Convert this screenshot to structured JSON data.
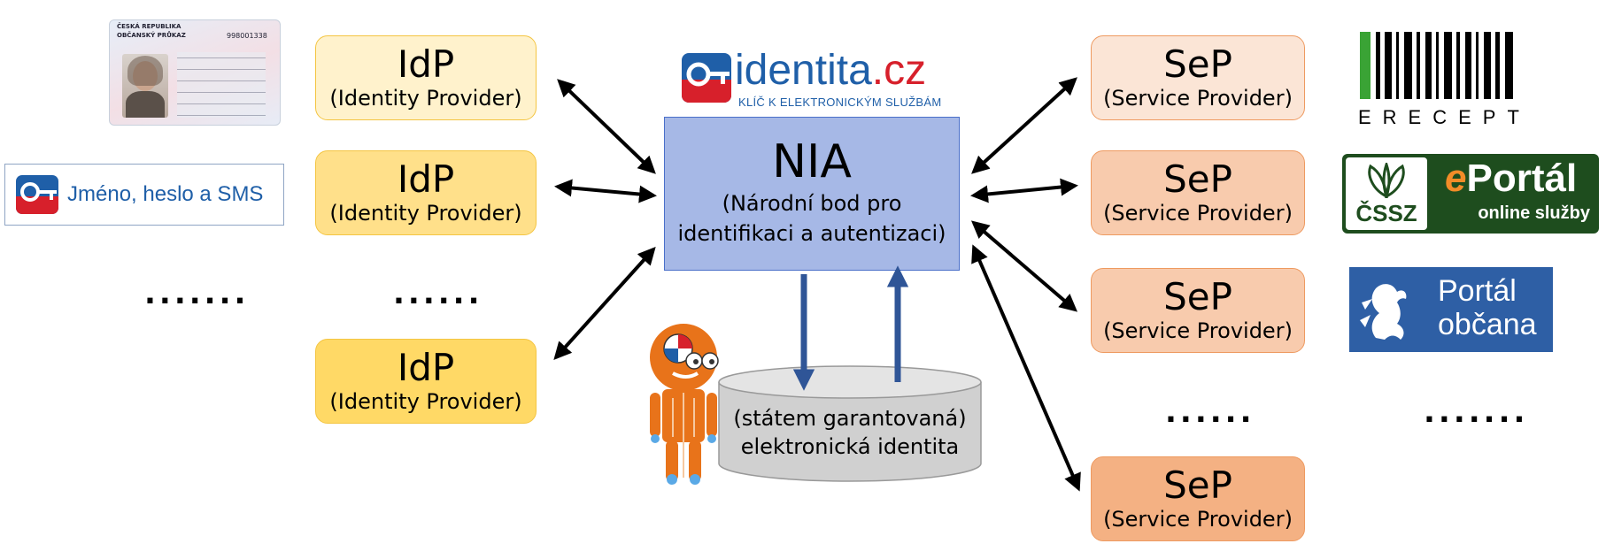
{
  "idp": {
    "items": [
      {
        "title": "IdP",
        "subtitle": "(Identity Provider)",
        "color": "#fff2cc"
      },
      {
        "title": "IdP",
        "subtitle": "(Identity Provider)",
        "color": "#ffe08a"
      },
      {
        "title": "IdP",
        "subtitle": "(Identity Provider)",
        "color": "#ffd966"
      }
    ],
    "dots": "......"
  },
  "sep": {
    "items": [
      {
        "title": "SeP",
        "subtitle": "(Service Provider)",
        "color": "#fbe5d6"
      },
      {
        "title": "SeP",
        "subtitle": "(Service Provider)",
        "color": "#f8cbad"
      },
      {
        "title": "SeP",
        "subtitle": "(Service Provider)",
        "color": "#f8cbad"
      },
      {
        "title": "SeP",
        "subtitle": "(Service Provider)",
        "color": "#f4b183"
      }
    ],
    "dots": "......"
  },
  "nia": {
    "title": "NIA",
    "subtitle_line1": "(Národní bod pro",
    "subtitle_line2": "identifikaci a autentizaci)",
    "color": "#a6b8e6"
  },
  "database": {
    "line1": "(státem garantovaná)",
    "line2": "elektronická identita"
  },
  "left_methods": {
    "id_card": {
      "line1": "ČESKÁ REPUBLIKA",
      "line2": "OBČANSKÝ PRŮKAZ",
      "number": "998001338"
    },
    "sms_login": {
      "label": "Jméno, heslo a SMS"
    },
    "dots": "......."
  },
  "eidentita_logo": {
    "brand_main": "identita",
    "brand_tld": ".cz",
    "tagline": "KLÍČ K ELEKTRONICKÝM SLUŽBÁM",
    "blue": "#1f5fa8",
    "red": "#d7202b"
  },
  "right_logos": {
    "erecept": {
      "text": "ERECEPT",
      "accent": "#3aa335"
    },
    "eportal": {
      "brand_e": "e",
      "brand_rest": "Portál",
      "tagline": "online služby",
      "cssz": "ČSSZ",
      "bg": "#1e4d1e"
    },
    "portal_obcana": {
      "line1": "Portál",
      "line2": "občana",
      "bg": "#2e5fa5"
    },
    "dots": "......."
  }
}
